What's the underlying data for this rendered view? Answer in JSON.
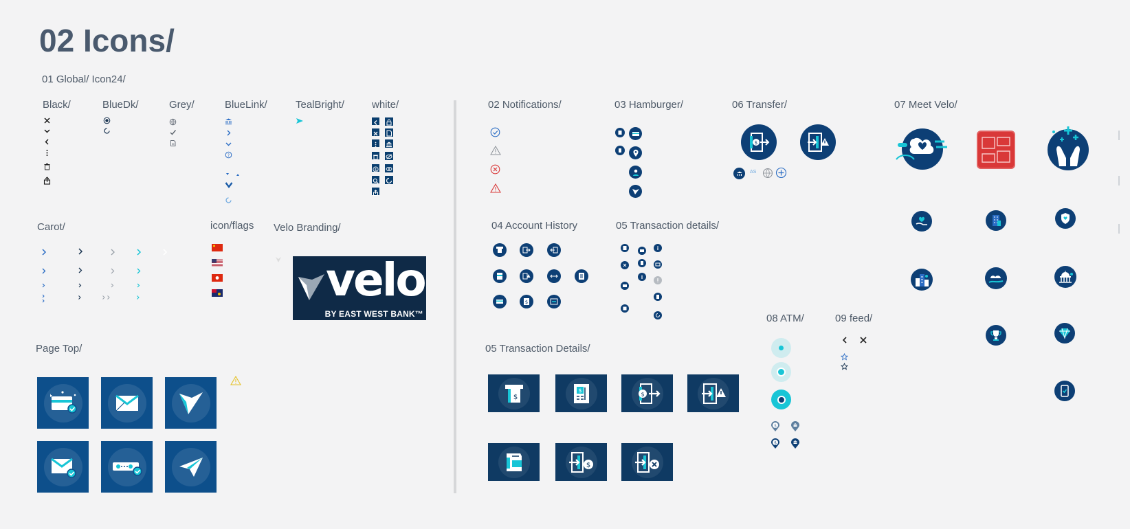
{
  "page": {
    "title": "02 Icons/"
  },
  "sections": {
    "global": "01 Global/ Icon24/",
    "black": "Black/",
    "bluedk": "BlueDk/",
    "grey": "Grey/",
    "bluelink": "BlueLink/",
    "tealbright": "TealBright/",
    "white": "white/",
    "carot": "Carot/",
    "flags": "icon/flags",
    "velo_branding": "Velo Branding/",
    "page_top": "Page Top/",
    "notifications": "02 Notifications/",
    "hamburger": "03 Hamburger/",
    "transfer": "06 Transfer/",
    "meet_velo": "07 Meet Velo/",
    "account_history": "04 Account History",
    "transaction_details_small": "05 Transaction details/",
    "atm": "08 ATM/",
    "feed": "09 feed/",
    "transaction_details_large": "05 Transaction Details/"
  },
  "branding": {
    "wordmark": "velo",
    "tagline": "BY EAST WEST BANK™"
  },
  "transfer": {
    "currency_tag": "AS"
  },
  "colors": {
    "navy": "#0d3f75",
    "teal": "#18c5d6",
    "red": "#d93838",
    "warn": "#e5c22a",
    "grey_text": "#4e5a68",
    "bg": "#f3f3f4"
  }
}
